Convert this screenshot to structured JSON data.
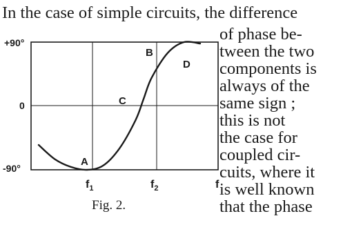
{
  "text": {
    "first_line": "In the case of simple circuits, the difference",
    "wrap_lines": [
      "of phase be-",
      "tween the two",
      "components is",
      "always of the",
      "same  sign ;",
      "this  is  not",
      "the  case  for",
      "coupled cir-",
      "cuits, where it",
      "is well known",
      "that the phase"
    ]
  },
  "figure": {
    "caption": "Fig. 2.",
    "y_ticks": [
      "+90°",
      "0",
      "-90°"
    ],
    "x_label": "f",
    "x_ticks": [
      {
        "base": "f",
        "sub": "1"
      },
      {
        "base": "f",
        "sub": "2"
      }
    ],
    "points": [
      "A",
      "B",
      "C",
      "D"
    ]
  },
  "chart_data": {
    "type": "line",
    "title": "",
    "xlabel": "f",
    "ylabel": "",
    "y_ticks": [
      90,
      0,
      -90
    ],
    "ylim": [
      -90,
      90
    ],
    "x_ticks": [
      "f1",
      "f2"
    ],
    "annotations": [
      "A",
      "B",
      "C",
      "D"
    ],
    "grid": true,
    "series": [
      {
        "name": "",
        "x": [
          0,
          0.5,
          1.0,
          1.5,
          2.0,
          2.5,
          3.0,
          3.25,
          3.5,
          4.0,
          4.5,
          5.0
        ],
        "y": [
          -55,
          -75,
          -86,
          -90,
          -84,
          -60,
          -20,
          10,
          40,
          75,
          90,
          88
        ]
      }
    ]
  }
}
